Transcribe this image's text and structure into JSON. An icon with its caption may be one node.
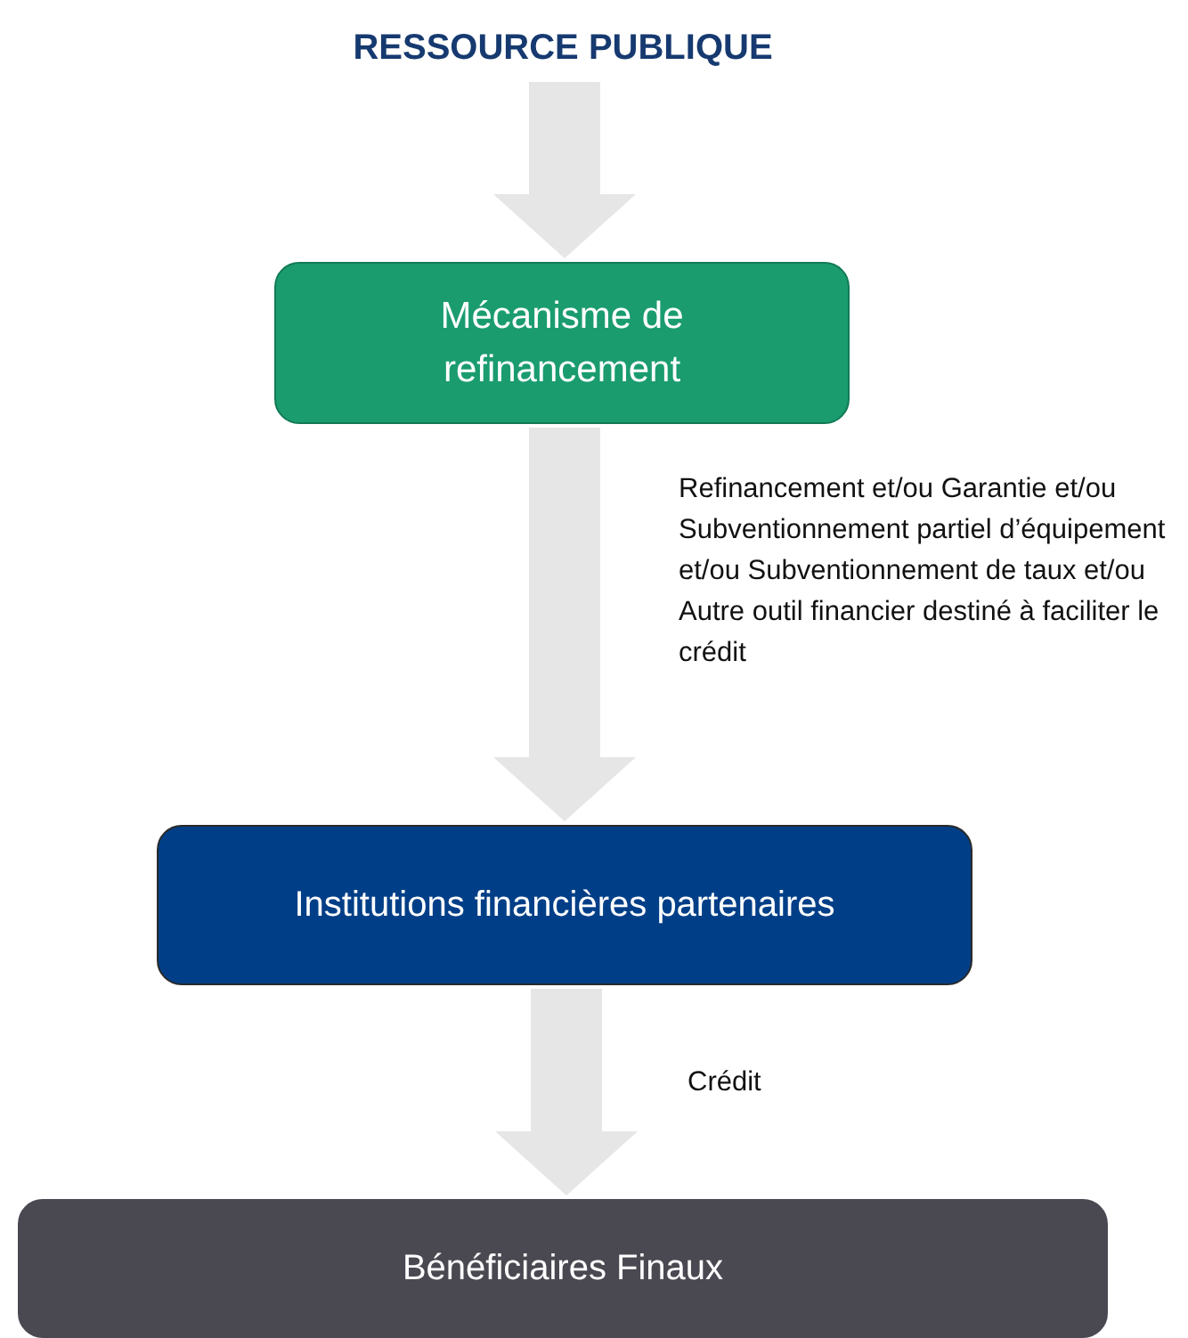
{
  "diagram": {
    "nodes": [
      {
        "text": [
          "RESSOURCE PUBLIQUE"
        ]
      },
      {
        "text": [
          "Mécanisme de refinancement"
        ]
      },
      {
        "text": [
          "Institutions financières partenaires"
        ]
      },
      {
        "text": [
          "Bénéficiaires Finaux"
        ]
      }
    ],
    "edges": [
      {
        "from": 0,
        "to": 1,
        "arrow": "to"
      },
      {
        "from": 1,
        "to": 2,
        "arrow": "to",
        "label": "Refinancement et/ou Garantie et/ou Subventionnement partiel d’équipement et/ou Subventionnement de taux et/ou Autre outil financier destiné à faciliter le crédit"
      },
      {
        "from": 2,
        "to": 3,
        "arrow": "to",
        "label": "Crédit"
      }
    ]
  }
}
